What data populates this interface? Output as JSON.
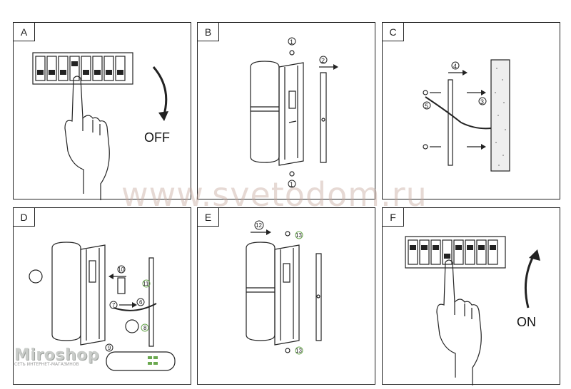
{
  "panels": [
    {
      "label": "A",
      "caption": "OFF"
    },
    {
      "label": "B"
    },
    {
      "label": "C"
    },
    {
      "label": "D"
    },
    {
      "label": "E"
    },
    {
      "label": "F",
      "caption": "ON"
    }
  ],
  "watermark": "www.svetodom.ru",
  "logo": {
    "name": "Miroshop",
    "tagline": "СЕТЬ ИНТЕРНЕТ-МАГАЗИНОВ"
  },
  "steps": {
    "s1": "1",
    "s2": "2",
    "s3": "3",
    "s4": "4",
    "s5": "5",
    "s6": "6",
    "s7": "7",
    "s8": "8",
    "s9": "9",
    "s10": "10",
    "s11": "11",
    "s12": "12",
    "s13": "13"
  }
}
